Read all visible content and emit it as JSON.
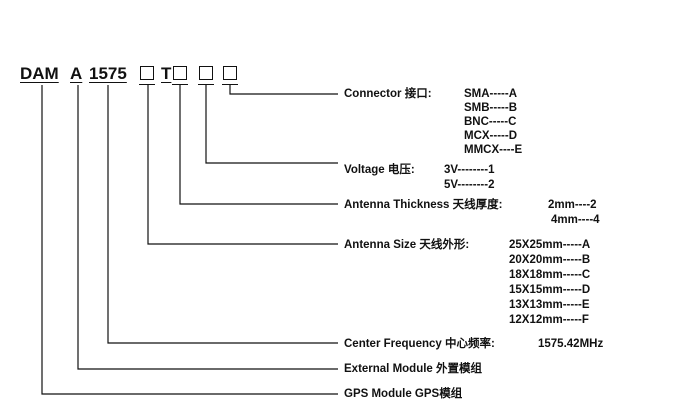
{
  "code": {
    "parts": [
      "DAM",
      "A",
      "1575",
      "T"
    ],
    "placeholder_count": 4
  },
  "lines": {
    "connector": {
      "label": "Connector 接口:",
      "options": [
        "SMA-----A",
        "SMB-----B",
        "BNC-----C",
        "MCX-----D",
        "MMCX----E"
      ]
    },
    "voltage": {
      "label": "Voltage 电压:",
      "options": [
        "3V--------1",
        "5V--------2"
      ]
    },
    "thickness": {
      "label": "Antenna Thickness 天线厚度:",
      "options": [
        "2mm----2",
        "4mm----4"
      ]
    },
    "size": {
      "label": "Antenna Size 天线外形:",
      "options": [
        "25X25mm-----A",
        "20X20mm-----B",
        "18X18mm-----C",
        "15X15mm-----D",
        "13X13mm-----E",
        "12X12mm-----F"
      ]
    },
    "frequency": {
      "label": "Center Frequency 中心频率:",
      "value": "1575.42MHz"
    },
    "external": {
      "label": "External Module 外置模组"
    },
    "gps": {
      "label": "GPS Module GPS模组"
    }
  },
  "colors": {
    "ink": "#111111",
    "background": "#ffffff"
  }
}
